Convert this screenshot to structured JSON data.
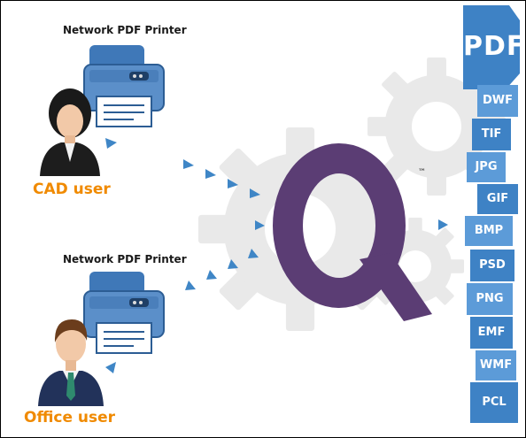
{
  "colors": {
    "gear": "#e9e9e9",
    "q_logo": "#5b3d74",
    "printer_body": "#5b8fc9",
    "printer_dark": "#2c5d94",
    "arrow": "#3f86c6",
    "format_tile": "#3e82c5",
    "format_tile_light": "#5c9bd8",
    "user_label": "#f08a00"
  },
  "diagram": {
    "top_printer_title": "Network PDF Printer",
    "bottom_printer_title": "Network PDF Printer",
    "cad_user_label": "CAD user",
    "office_user_label": "Office user",
    "trademark": "™",
    "formats": [
      "PDF",
      "DWF",
      "TIF",
      "JPG",
      "GIF",
      "BMP",
      "PSD",
      "PNG",
      "EMF",
      "WMF",
      "PCL"
    ]
  },
  "icons": [
    "gear-icon",
    "q-logo-icon",
    "printer-icon",
    "user-woman-icon",
    "user-man-icon",
    "arrow-icon"
  ]
}
